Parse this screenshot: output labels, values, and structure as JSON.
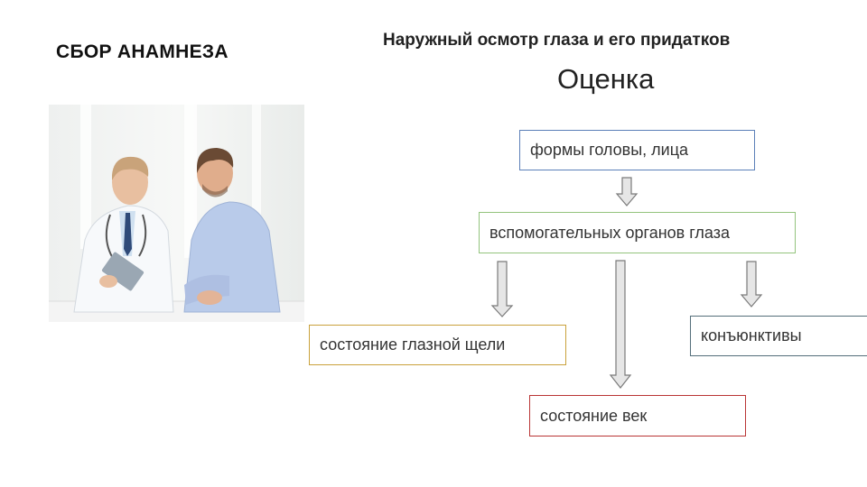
{
  "left_title": "СБОР АНАМНЕЗА",
  "main_title": "Наружный осмотр глаза и его придатков",
  "sub_title": "Оценка",
  "boxes": {
    "head_face": "формы головы, лица",
    "auxiliary": "вспомогательных органов глаза",
    "palpebral_fissure": "состояние глазной щели",
    "conjunctiva": "конъюнктивы",
    "eyelids": "состояние век"
  },
  "colors": {
    "head_face_border": "#5b7fb8",
    "auxiliary_border": "#93c47d",
    "palpebral_fissure_border": "#c9a13b",
    "conjunctiva_border": "#546e7a",
    "eyelids_border": "#b93434",
    "arrow_fill": "#e6e6e6",
    "arrow_stroke": "#7a7a7a"
  },
  "photo_icon": "doctor-patient-consultation-photo"
}
